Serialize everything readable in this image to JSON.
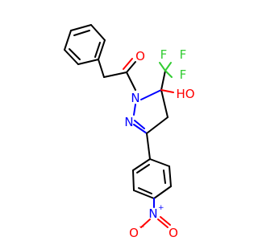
{
  "structure": {
    "atoms": {
      "carbonyl_o": "O",
      "fluorine_1": "F",
      "fluorine_2": "F",
      "fluorine_3": "F",
      "ring_n1": "N",
      "ring_n2": "N",
      "hydroxyl": "HO",
      "nitro_n": "N",
      "nitro_n_charge": "+",
      "nitro_o_left": "O",
      "nitro_o_left_charge": "−",
      "nitro_o_right": "O"
    },
    "colors": {
      "carbon_bond": "#000000",
      "oxygen": "#ff0000",
      "nitrogen": "#0000ff",
      "fluorine": "#33cc33"
    }
  }
}
